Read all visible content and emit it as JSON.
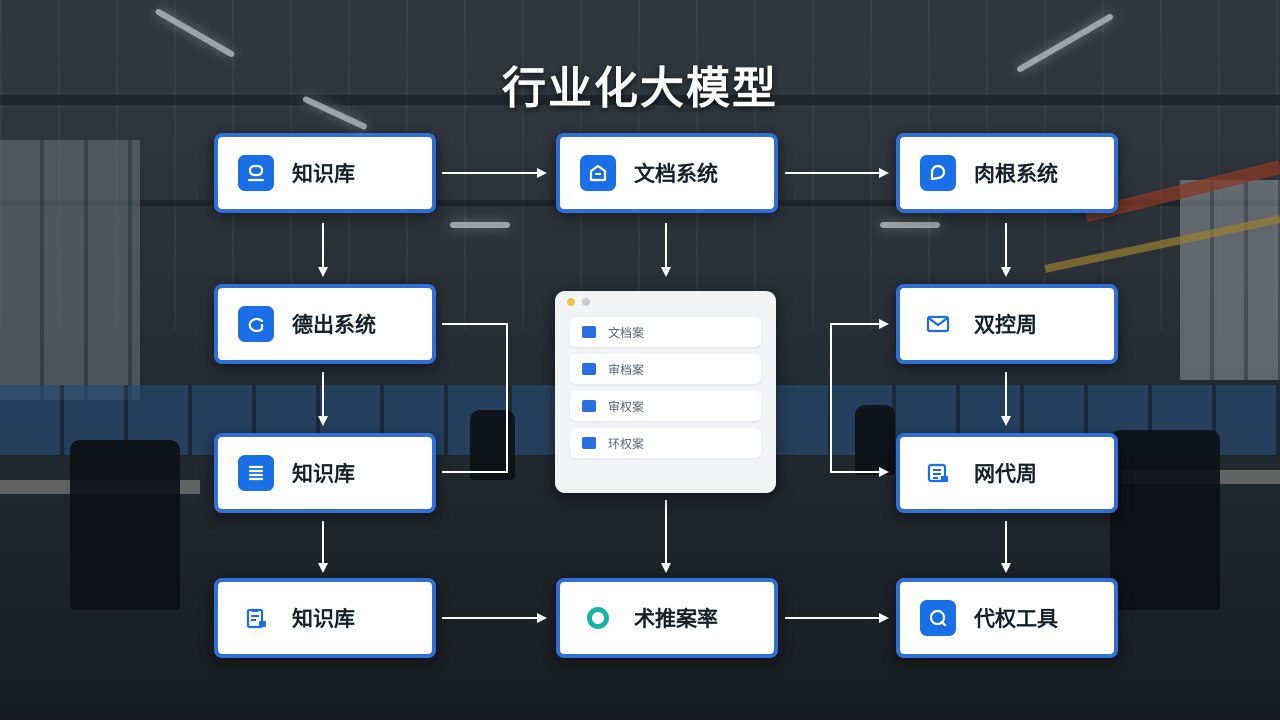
{
  "title": "行业化大模型",
  "nodes": {
    "r1c1": {
      "label": "知识库",
      "icon": "inbox-icon"
    },
    "r1c2": {
      "label": "文档系统",
      "icon": "document-icon"
    },
    "r1c3": {
      "label": "肉根系统",
      "icon": "chat-bubble-icon"
    },
    "r2c1": {
      "label": "德出系统",
      "icon": "chat-bubble-icon"
    },
    "r2c3": {
      "label": "双控周",
      "icon": "mail-icon"
    },
    "r3c1": {
      "label": "知识库",
      "icon": "list-icon"
    },
    "r3c3": {
      "label": "网代周",
      "icon": "database-icon"
    },
    "r4c1": {
      "label": "知识库",
      "icon": "clipboard-icon"
    },
    "r4c2": {
      "label": "术推案率",
      "icon": "ring-icon"
    },
    "r4c3": {
      "label": "代权工具",
      "icon": "search-bubble-icon"
    }
  },
  "panel": {
    "rows": [
      {
        "label": "文档案"
      },
      {
        "label": "审档案"
      },
      {
        "label": "审权案"
      },
      {
        "label": "环权案"
      }
    ]
  },
  "colors": {
    "accent": "#1a6fe6",
    "node_border": "#2f6fd6",
    "teal": "#18b3a4"
  }
}
